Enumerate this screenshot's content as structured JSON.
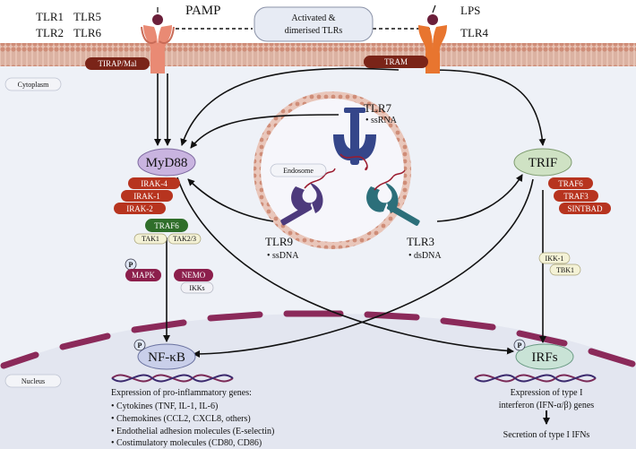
{
  "receptors": {
    "tlr1": "TLR1",
    "tlr5": "TLR5",
    "tlr2": "TLR2",
    "tlr6": "TLR6",
    "pamp": "PAMP",
    "lps": "LPS",
    "tlr4": "TLR4",
    "tlr7": "TLR7",
    "tlr7_ligand": "• ssRNA",
    "tlr9": "TLR9",
    "tlr9_ligand": "• ssDNA",
    "tlr3": "TLR3",
    "tlr3_ligand": "• dsDNA"
  },
  "membrane": {
    "activated_line1": "Activated &",
    "activated_line2": "dimerised TLRs",
    "tirap": "TIRAP/Mal",
    "tram": "TRAM"
  },
  "compartments": {
    "cytoplasm": "Cytoplasm",
    "endosome": "Endosome",
    "nucleus": "Nucleus"
  },
  "adaptors": {
    "myd88": "MyD88",
    "trif": "TRIF"
  },
  "myd88_path": {
    "irak_a": "IRAK-4",
    "irak_b": "IRAK-1",
    "irak_c": "IRAK-2",
    "traf6": "TRAF6",
    "tak1": "TAK1",
    "tak23": "TAK2/3",
    "phospho": "P",
    "mapk": "MAPK",
    "nemo": "NEMO",
    "ikks": "IKKs"
  },
  "trif_path": {
    "traf6": "TRAF6",
    "traf3": "TRAF3",
    "sintbad": "SINTBAD",
    "ikk": "IKK-1",
    "tbk1": "TBK1"
  },
  "nuclear": {
    "nfkb": "NF-κB",
    "irfs": "IRFs",
    "phospho": "P",
    "nfkb_title": "Expression of pro-inflammatory genes:",
    "nfkb_items": [
      "• Cytokines (TNF, IL-1, IL-6)",
      "• Chemokines (CCL2, CXCL8, others)",
      "• Endothelial adhesion molecules (E-selectin)",
      "• Costimulatory molecules (CD80, CD86)"
    ],
    "irf_line1": "Expression of type I",
    "irf_line2": "interferon (IFN-α/β) genes",
    "irf_secretion": "Secretion of type I IFNs"
  },
  "colors": {
    "membrane": "#d99a86",
    "background": "#eef1f7",
    "nucleus": "#e5e8f2",
    "tlr_surface": "#e98a74",
    "tlr4": "#e8752f",
    "myd88": "#c9b4e0",
    "trif": "#cfe2c4",
    "irak": "#b7341f",
    "traf6": "#2f6e2a",
    "mapk": "#8c1f4c",
    "tram": "#7a2418",
    "tlr7": "#35468a",
    "tlr9": "#4d3a7c",
    "tlr3": "#2c6f7a"
  }
}
